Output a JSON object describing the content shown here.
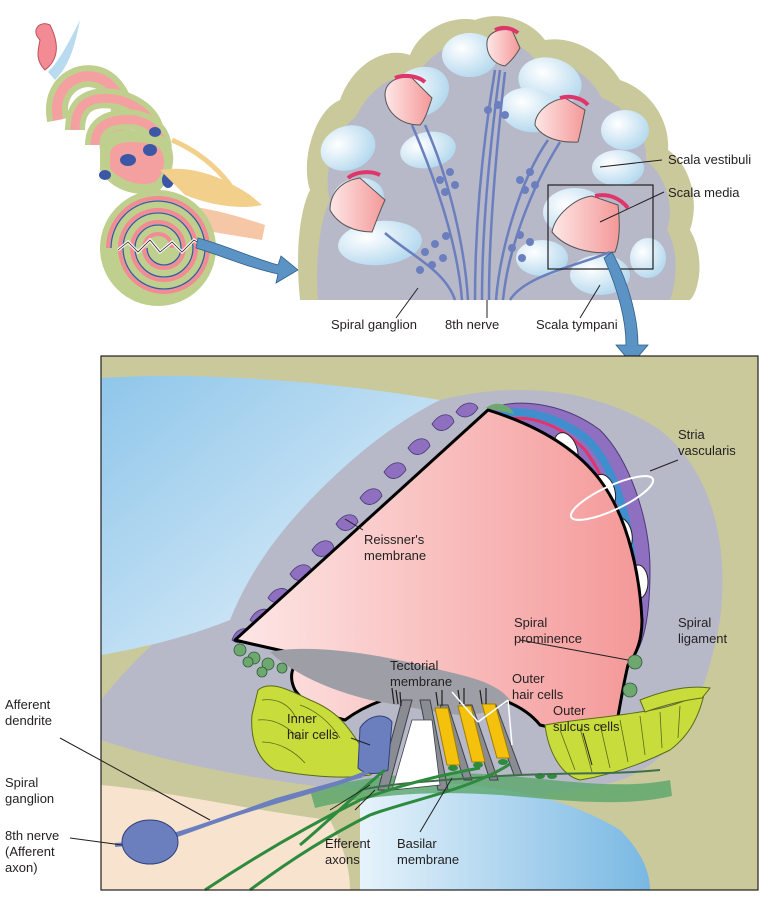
{
  "labels": {
    "scala_vestibuli": "Scala vestibuli",
    "scala_media": "Scala media",
    "spiral_ganglion_top": "Spiral ganglion",
    "eighth_nerve_top": "8th nerve",
    "scala_tympani": "Scala tympani",
    "stria_vascularis": [
      "Stria",
      "vascularis"
    ],
    "reissners_membrane": [
      "Reissner's",
      "membrane"
    ],
    "spiral_prominence": [
      "Spiral",
      "prominence"
    ],
    "spiral_ligament": [
      "Spiral",
      "ligament"
    ],
    "tectorial_membrane": [
      "Tectorial",
      "membrane"
    ],
    "outer_hair_cells": [
      "Outer",
      "hair cells"
    ],
    "inner_hair_cells": [
      "Inner",
      "hair cells"
    ],
    "outer_sulcus_cells": [
      "Outer",
      "sulcus cells"
    ],
    "afferent_dendrite": [
      "Afferent",
      "dendrite"
    ],
    "spiral_ganglion_bottom": [
      "Spiral",
      "ganglion"
    ],
    "eighth_nerve_bottom": [
      "8th nerve",
      "(Afferent",
      "axon)"
    ],
    "efferent_axons": [
      "Efferent",
      "axons"
    ],
    "basilar_membrane": [
      "Basilar",
      "membrane"
    ]
  },
  "colors": {
    "tissue_olive": "#c9c99b",
    "gray_bone": "#b7b9c9",
    "fluid_blue": "#a9d3ec",
    "endolymph_pink": "#f7a3a3",
    "nerve_blue": "#6b7fbf",
    "arrow_blue": "#5b93c4",
    "hair_cell_yellow": "#f4c20d",
    "support_green": "#c8dc3c",
    "efferent_green": "#2e8b3d",
    "membrane_purple": "#8e6fc0",
    "stria_red": "#e0356b"
  }
}
